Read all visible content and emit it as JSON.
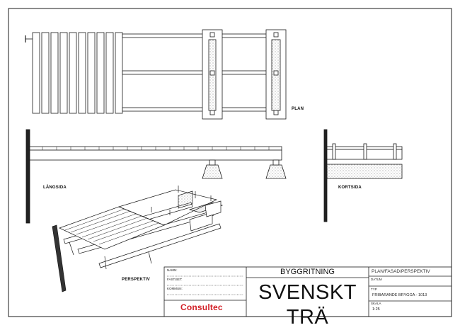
{
  "views": {
    "plan": "PLAN",
    "langsida": "LÄNGSIDA",
    "kortsida": "KORTSIDA",
    "perspektiv": "PERSPEKTIV"
  },
  "title_block": {
    "namn_label": "NAMN:",
    "fastbet_label": "FAST.BET:",
    "kommun_label": "KOMMUN:",
    "company": "Consultec",
    "heading": "BYGGRITNING",
    "subject": "SVENSKT TRÄ",
    "view_types": "PLAN/FASAD/PERSPEKTIV",
    "datum_label": "DATUM",
    "typ_label": "TYP",
    "typ_value": "FRIBARANDE BRYGGA - 1013",
    "skala_label": "SKALA",
    "skala_value": "1:25"
  },
  "colors": {
    "line": "#1a1a1a",
    "company_red": "#d21f26",
    "shade": "#dcdcdc"
  }
}
